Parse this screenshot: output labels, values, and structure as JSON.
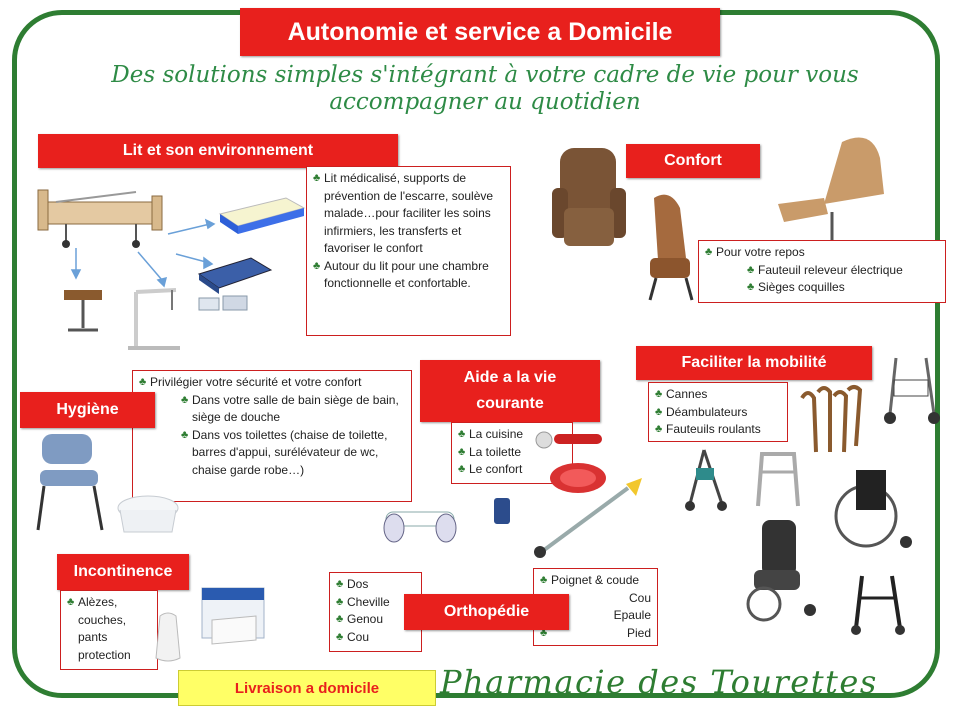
{
  "header": {
    "title": "Autonomie et service a Domicile",
    "subtitle_line1": "Des solutions simples s'intégrant à votre cadre de vie pour vous",
    "subtitle_line2": "accompagner au quotidien"
  },
  "lit": {
    "title": "Lit et son environnement",
    "items": [
      "Lit médicalisé, supports de prévention de l'escarre, soulève malade…pour faciliter les soins infirmiers, les transferts et favoriser le confort",
      "Autour du lit pour une chambre fonctionnelle et confortable."
    ]
  },
  "confort": {
    "title": "Confort",
    "items": [
      "Pour votre repos",
      "Fauteuil releveur électrique",
      "Sièges coquilles"
    ]
  },
  "hygiene": {
    "title": "Hygiène",
    "items": [
      "Privilégier votre sécurité et votre confort",
      "Dans votre salle de bain siège de bain, siège de douche",
      "Dans vos toilettes (chaise de toilette, barres d'appui, surélévateur de wc, chaise garde robe…)"
    ]
  },
  "aide": {
    "title_line1": "Aide a la vie",
    "title_line2": "courante",
    "items": [
      "La cuisine",
      "La toilette",
      "Le confort"
    ]
  },
  "mobilite": {
    "title": "Faciliter la mobilité",
    "items": [
      "Cannes",
      "Déambulateurs",
      "Fauteuils roulants"
    ]
  },
  "incontinence": {
    "title": "Incontinence",
    "items": [
      "Alèzes, couches, pants protection"
    ]
  },
  "orthopedie": {
    "title": "Orthopédie",
    "left_items": [
      "Dos",
      "Cheville",
      "Genou",
      "Cou"
    ],
    "right_items": [
      "Poignet & coude",
      "Cou",
      "Epaule",
      "Pied"
    ]
  },
  "footer": {
    "livraison": "Livraison a domicile",
    "pharmacy": "Pharmacie des Tourettes"
  },
  "colors": {
    "red": "#e8201d",
    "green": "#2e7d32",
    "yellow": "#ffff66"
  }
}
